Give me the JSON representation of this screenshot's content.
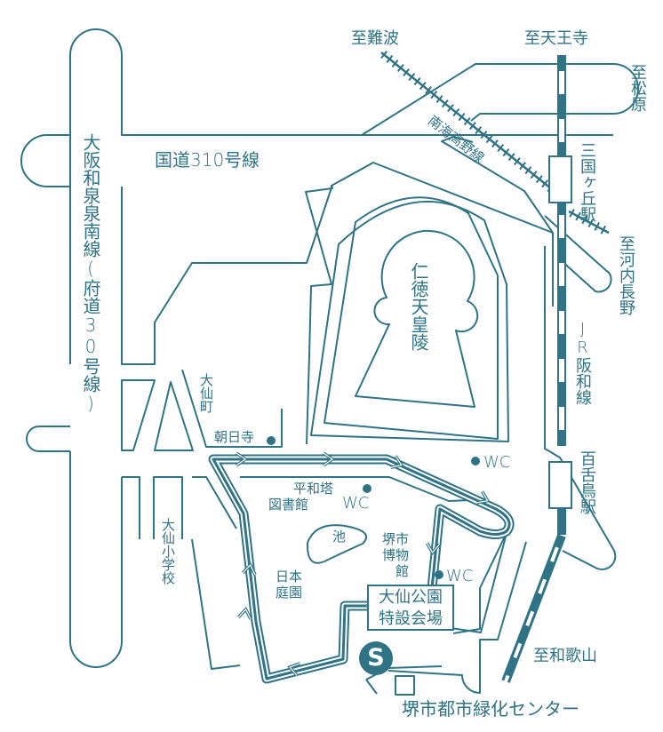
{
  "map": {
    "title": "大仙公園特設会場 コースマップ",
    "colors": {
      "primary": "#2f7385",
      "background": "#ffffff"
    },
    "roads": {
      "route310": "国道310号線",
      "osaka_izumi": "大阪和泉泉南線(府道30号線)"
    },
    "railways": {
      "nankai": "南海高野線",
      "jr": "JR阪和線"
    },
    "stations": {
      "mikunigaoka": "三国ヶ丘駅",
      "mozu": "百舌鳥駅"
    },
    "directions": {
      "namba": "至難波",
      "tennoji": "至天王寺",
      "matsubara": "至松原",
      "kawachinagano": "至河内長野",
      "wakayama": "至和歌山"
    },
    "landmarks": {
      "tomb": "仁徳天皇陵",
      "daisen_town": "大仙町",
      "asahi_temple": "朝日寺",
      "daisen_school": "大仙小学校",
      "peace_tower": "平和塔",
      "library": "図書館",
      "pond": "池",
      "museum": "堺市博物館",
      "garden": "日本庭園",
      "greening_center": "堺市都市緑化センター",
      "wc": "WC"
    },
    "venue": {
      "line1": "大仙公園",
      "line2": "特設会場"
    },
    "start_marker": "S"
  }
}
